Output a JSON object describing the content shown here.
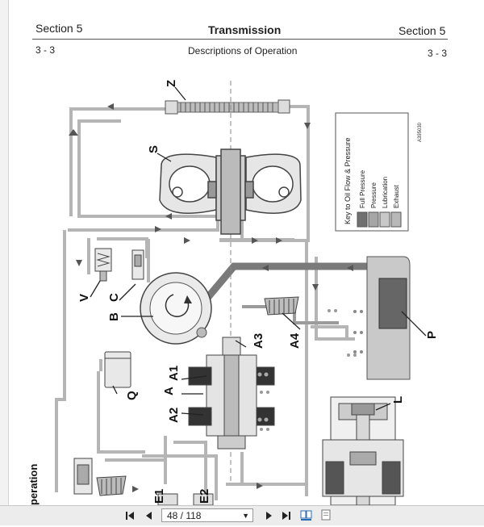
{
  "header": {
    "section_left": "Section 5",
    "title": "Transmission",
    "section_right": "Section 5",
    "page_left": "3 - 3",
    "subtitle": "Descriptions of Operation",
    "page_right": "3 - 3"
  },
  "diagram": {
    "labels": {
      "z": "Z",
      "s": "S",
      "v": "V",
      "c": "C",
      "b": "B",
      "q": "Q",
      "a1": "A1",
      "a": "A",
      "a2": "A2",
      "a3": "A3",
      "a4": "A4",
      "p": "P",
      "l": "L",
      "e1": "E1",
      "e2": "E2"
    },
    "key": {
      "title": "Key to Oil Flow & Pressure",
      "items": [
        "Full Pressure",
        "Pressure",
        "Lubrication",
        "Exhaust"
      ],
      "ref": "A395030"
    },
    "side_text": "peration"
  },
  "colors": {
    "full_pressure": "#707070",
    "pressure": "#a6a6a6",
    "lubrication": "#c8c8c8",
    "exhaust": "#b8b8b8"
  },
  "toolbar": {
    "page_value": "48 / 118",
    "icons": [
      "first-page-icon",
      "prev-page-icon",
      "next-page-icon",
      "last-page-icon",
      "two-page-view-icon",
      "single-page-view-icon"
    ]
  }
}
